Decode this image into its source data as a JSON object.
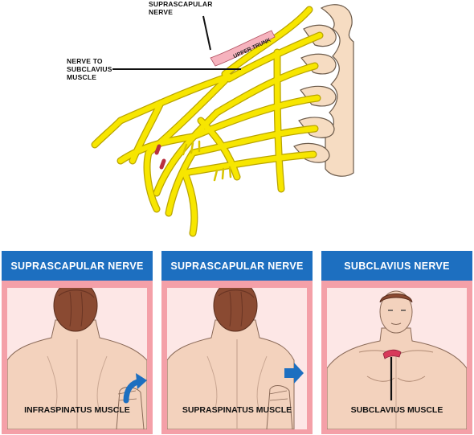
{
  "diagram": {
    "callouts": {
      "suprascapular": "SUPRASCAPULAR\nNERVE",
      "subclavius": "NERVE TO\nSUBCLAVIUS\nMUSCLE",
      "upper_trunk": "UPPER TRUNK"
    },
    "colors": {
      "nerve": "#f7e600",
      "nerve_outline": "#b9a400",
      "upper_trunk": "#f6b3be",
      "vertebra": "#f6dcc2",
      "header": "#1d6fc0",
      "frame": "#f4a0a8",
      "arrow": "#1d6fc0"
    }
  },
  "panels": [
    {
      "title": "SUPRASCAPULAR NERVE",
      "muscle": "INFRASPINATUS MUSCLE",
      "arrow_icon": "curved-arrow-icon"
    },
    {
      "title": "SUPRASCAPULAR NERVE",
      "muscle": "SUPRASPINATUS MUSCLE",
      "arrow_icon": "right-arrow-icon"
    },
    {
      "title": "SUBCLAVIUS NERVE",
      "muscle": "SUBCLAVIUS MUSCLE",
      "arrow_icon": ""
    }
  ]
}
